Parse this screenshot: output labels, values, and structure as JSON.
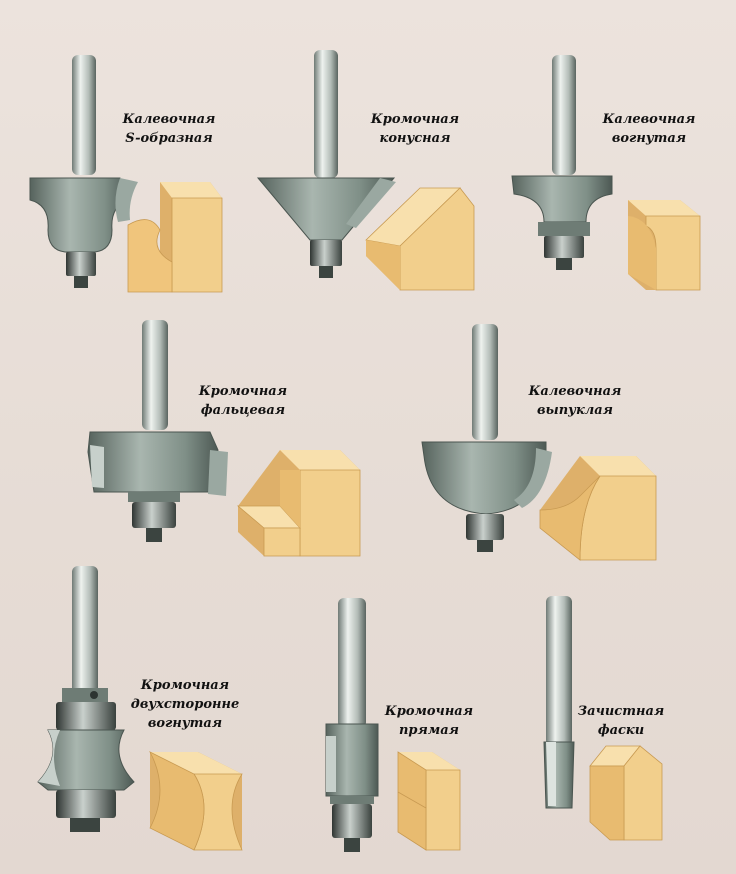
{
  "cutters": [
    {
      "id": "s-cove",
      "lines": [
        "Калевочная",
        "S-образная"
      ]
    },
    {
      "id": "cone-edge",
      "lines": [
        "Кромочная",
        "конусная"
      ]
    },
    {
      "id": "concave-cove",
      "lines": [
        "Калевочная",
        "вогнутая"
      ]
    },
    {
      "id": "rebate-edge",
      "lines": [
        "Кромочная",
        "фальцевая"
      ]
    },
    {
      "id": "convex-cove",
      "lines": [
        "Калевочная",
        "выпуклая"
      ]
    },
    {
      "id": "double-concave",
      "lines": [
        "Кромочная",
        "двухсторонне",
        "вогнутая"
      ]
    },
    {
      "id": "straight-edge",
      "lines": [
        "Кромочная",
        "прямая"
      ]
    },
    {
      "id": "chamfer-trim",
      "lines": [
        "Зачистная",
        "фаски"
      ]
    }
  ],
  "colors": {
    "background": "#e8ded7",
    "metal_light": "#c5cdc8",
    "metal_dark": "#5e6c66",
    "cutter_body": "#7f8f87",
    "wood_face": "#f2cf8c",
    "wood_side": "#deb06a",
    "wood_top": "#f8e0ad",
    "bearing": "#3e4743"
  }
}
